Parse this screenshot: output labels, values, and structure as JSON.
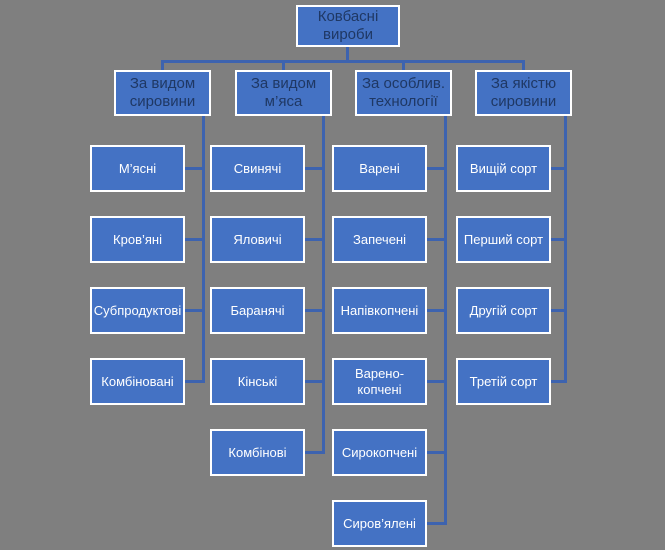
{
  "theme": {
    "background": "#7f7f7f",
    "box_fill": "#4472c4",
    "box_border": "#ffffff",
    "connector": "#3d63af",
    "header_text_color": "#1f3864",
    "child_text_color": "#ffffff"
  },
  "root": {
    "label": "Ковбасні\nвироби"
  },
  "columns": [
    {
      "header": "За видом\nсировини",
      "children": [
        "М’ясні",
        "Кров’яні",
        "Субпродуктові",
        "Комбіновані"
      ]
    },
    {
      "header": "За видом\nм’яса",
      "children": [
        "Свинячі",
        "Яловичі",
        "Баранячі",
        "Кінські",
        "Комбінові"
      ]
    },
    {
      "header": "За особлив.\nтехнології",
      "children": [
        "Варені",
        "Запечені",
        "Напівкопчені",
        "Варено-\nкопчені",
        "Сирокопчені",
        "Сиров’ялені"
      ]
    },
    {
      "header": "За якістю\nсировини",
      "children": [
        "Вищій сорт",
        "Перший сорт",
        "Другій сорт",
        "Третій сорт"
      ]
    }
  ]
}
